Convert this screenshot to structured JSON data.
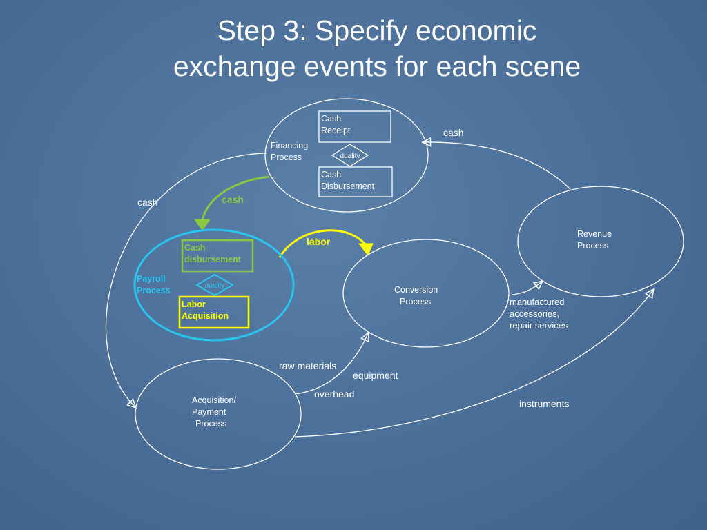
{
  "title": {
    "line1": "Step 3: Specify economic",
    "line2": "exchange events for each scene"
  },
  "colors": {
    "background": "#4d719a",
    "text": "#ffffff",
    "payroll_accent": "#29c5f0",
    "cash_arrow": "#8dc63f",
    "labor_arrow": "#ffff00"
  },
  "processes": {
    "financing": {
      "label_line1": "Financing",
      "label_line2": "Process"
    },
    "revenue": {
      "label_line1": "Revenue",
      "label_line2": "Process"
    },
    "conversion": {
      "label_line1": "Conversion",
      "label_line2": "Process"
    },
    "acquisition": {
      "label_line1": "Acquisition/",
      "label_line2": "Payment",
      "label_line3": "Process"
    },
    "payroll": {
      "label_line1": "Payroll",
      "label_line2": "Process"
    }
  },
  "events": {
    "cash_receipt": {
      "line1": "Cash",
      "line2": "Receipt"
    },
    "cash_disbursement": {
      "line1": "Cash",
      "line2": "Disbursement"
    },
    "payroll_cash_disbursement": {
      "line1": "Cash",
      "line2": "disbursement"
    },
    "labor_acquisition": {
      "line1": "Labor",
      "line2": "Acquisition"
    }
  },
  "duality": {
    "financing": "duality",
    "payroll": "duality"
  },
  "flows": {
    "cash_top_right": "cash",
    "cash_left": "cash",
    "cash_to_payroll": "cash",
    "labor": "labor",
    "manufactured_line1": "manufactured",
    "manufactured_line2": "accessories,",
    "manufactured_line3": "repair services",
    "raw_materials": "raw materials",
    "equipment": "equipment",
    "overhead": "overhead",
    "instruments": "instruments"
  }
}
